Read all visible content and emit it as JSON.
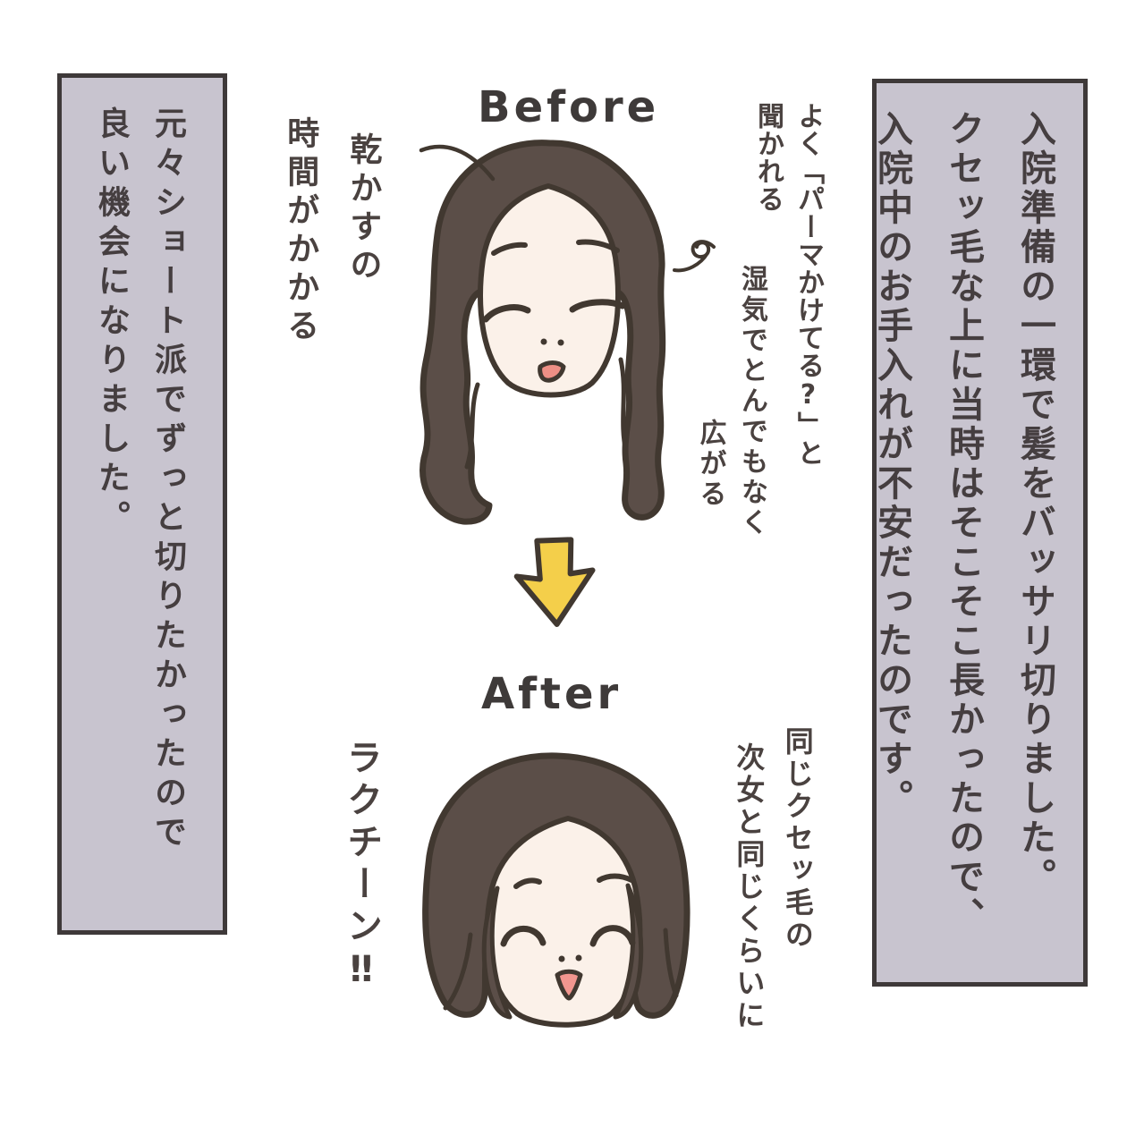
{
  "labels": {
    "before": "Before",
    "after": "After"
  },
  "panels": {
    "left": {
      "columns": [
        "元々ショート派でずっと切りたかったので",
        "良い機会になりました。"
      ]
    },
    "right": {
      "columns": [
        "入院準備の一環で髪をバッサリ切りました。",
        "クセッ毛な上に当時はそこそこ長かったので、",
        "入院中のお手入れが不安だったのです。"
      ]
    }
  },
  "annotations": {
    "before_dry_time": {
      "columns": [
        "乾かすの",
        "時間がかかる"
      ]
    },
    "before_perm": {
      "columns": [
        "よく「パーマかけてる?」と",
        "聞かれる"
      ]
    },
    "before_humidity": {
      "columns": [
        "湿気でとんでもなく",
        "広がる"
      ]
    },
    "after_easy": {
      "columns": [
        "ラクチーン‼"
      ]
    },
    "after_daughter": {
      "columns": [
        "同じクセッ毛の",
        "次女と同じくらいに"
      ]
    }
  },
  "figures": {
    "before_face": "woman with long wavy dark hair, closed eyes, small open mouth",
    "after_face": "woman with short bob hair, happy closed eyes, open smiling mouth",
    "arrow": "hand-drawn yellow arrow pointing down",
    "curl": "stray curl squiggle",
    "pointer": "line pointing from note to hair"
  },
  "colors": {
    "background": "#ffffff",
    "panel_fill": "#c8c4cf",
    "panel_border": "#3e3939",
    "ink": "#4a4240",
    "hair_fill": "#5b4e48",
    "outline": "#413830",
    "skin": "#fbf1e9",
    "mouth_pink": "#ee8f85",
    "arrow_yellow": "#f4cf4a"
  }
}
